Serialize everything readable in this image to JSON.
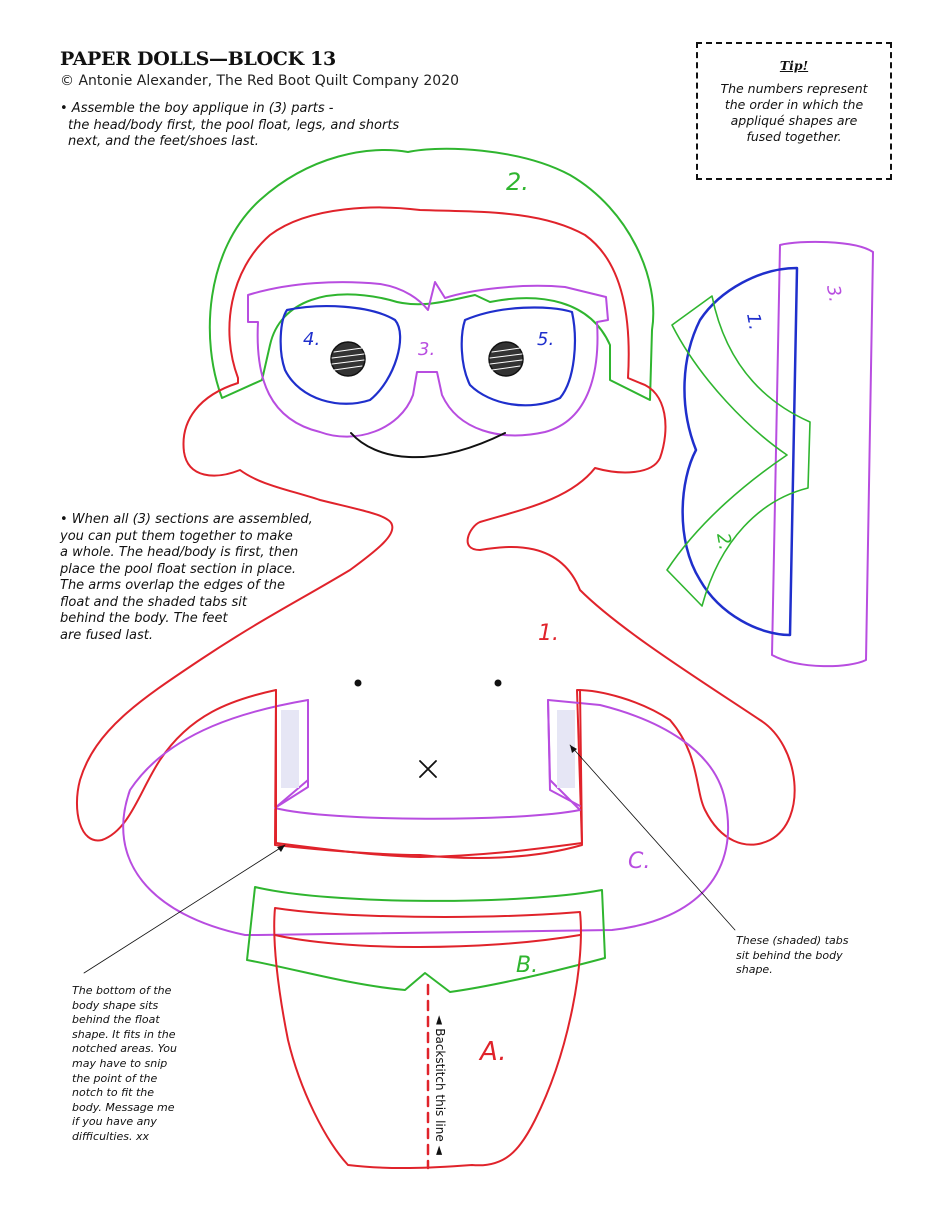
{
  "header": {
    "title": "PAPER DOLLS—BLOCK 13",
    "copyright": "© Antonie Alexander, The Red Boot Quilt Company 2020"
  },
  "tip": {
    "title": "Tip!",
    "lines": [
      "The numbers represent",
      "the order in which the",
      "appliqué shapes are",
      "fused together."
    ]
  },
  "instructions": {
    "assemble": [
      "• Assemble the boy applique in (3) parts -",
      "the head/body first, the pool float, legs, and shorts",
      "next, and the feet/shoes last."
    ],
    "sections": [
      "• When all (3) sections are assembled,",
      "you can put them together to make",
      "a whole. The head/body is first, then",
      "place the pool float section in place.",
      "The arms overlap the edges of the",
      "float and the shaded tabs sit",
      "behind the body. The feet",
      "are fused last."
    ],
    "bottom_note": [
      "The bottom of the",
      "body shape sits",
      "behind the float",
      "shape. It fits in the",
      "notched areas. You",
      "may have to snip",
      "the point of the",
      "notch to fit the",
      "body. Message me",
      "if you have any",
      "difficulties. xx"
    ],
    "tabs_note": [
      "These (shaded) tabs",
      "sit behind the body",
      "shape."
    ]
  },
  "pattern_labels": {
    "hair": "2.",
    "left_lens": "4.",
    "glasses_frame": "3.",
    "right_lens": "5.",
    "body": "1.",
    "float": "C.",
    "waistband": "B.",
    "shorts": "A.",
    "side_piece_1": "1.",
    "side_piece_2": "2.",
    "side_piece_3": "3.",
    "backstitch": "◄ Backstitch this line ◄"
  },
  "colors": {
    "red": "#e0232b",
    "green": "#2fb52f",
    "purple": "#b84de0",
    "blue": "#1f2fcc",
    "black": "#111111"
  }
}
